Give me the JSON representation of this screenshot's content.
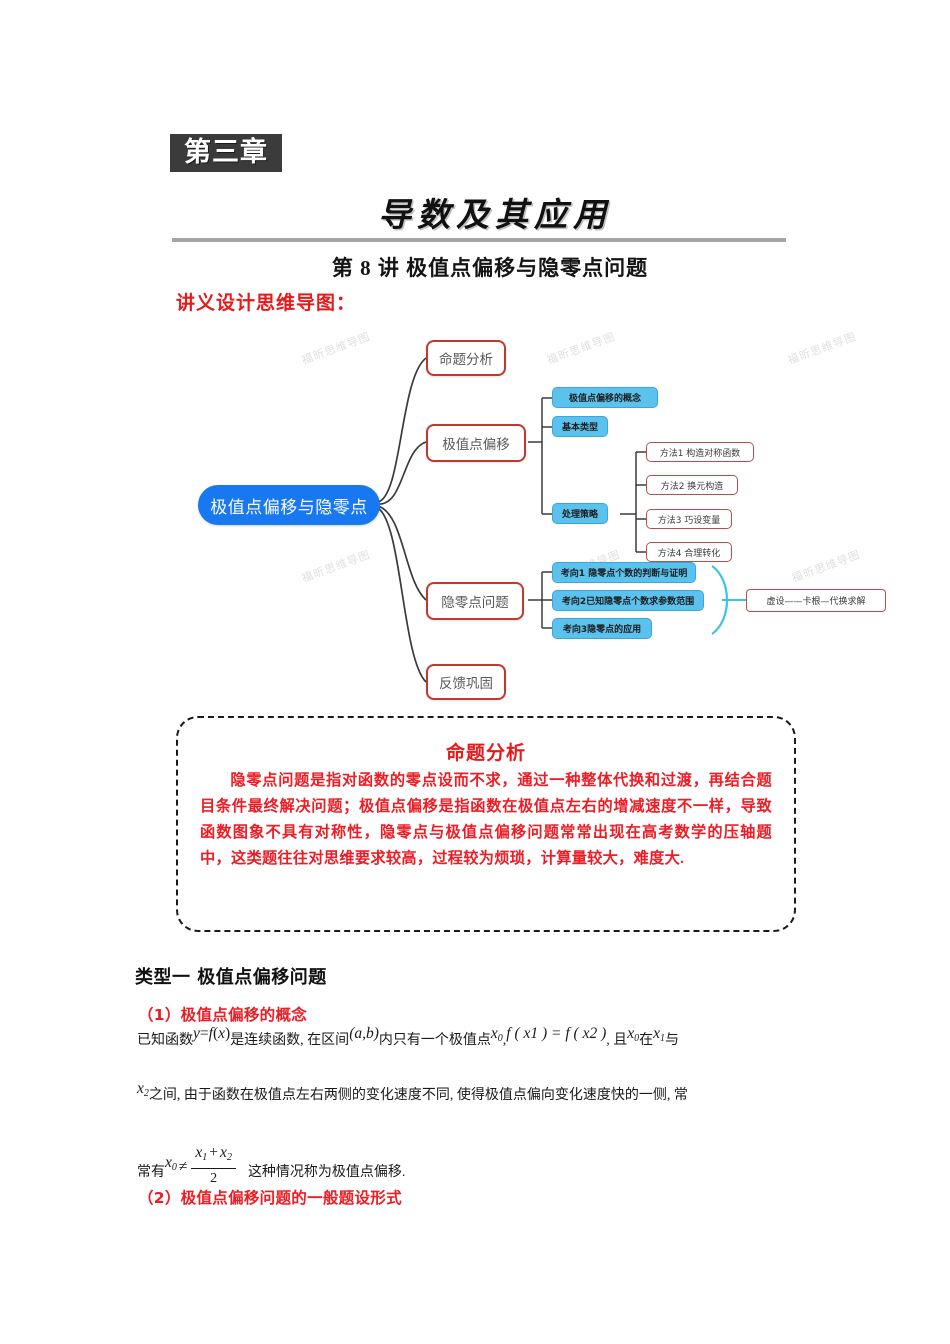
{
  "header": {
    "chapter_tag": "第三章",
    "doc_title": "导数及其应用",
    "lecture_title": "第 8 讲 极值点偏移与隐零点问题",
    "mindmap_label": "讲义设计思维导图："
  },
  "mindmap": {
    "center": "极值点偏移与隐零点",
    "watermark": "福昕思维导图",
    "branches": [
      {
        "label": "命题分析"
      },
      {
        "label": "极值点偏移"
      },
      {
        "label": "隐零点问题"
      },
      {
        "label": "反馈巩固"
      }
    ],
    "jzdpy_children": [
      "极值点偏移的概念",
      "基本类型",
      "处理策略"
    ],
    "methods": [
      "方法1 构造对称函数",
      "方法2 换元构造",
      "方法3 巧设变量",
      "方法4 合理转化"
    ],
    "kaoxiang": [
      "考向1 隐零点个数的判断与证明",
      "考向2已知隐零点个数求参数范围",
      "考向3隐零点的应用"
    ],
    "right_node": "虚设——卡根—代换求解",
    "colors": {
      "center_fill": "#1878f0",
      "main_border": "#c0392b",
      "blue_fill": "#5bc2ee",
      "method_border": "#b5504d",
      "brace": "#3cc3e8",
      "link": "#3a3a3a"
    }
  },
  "analysis": {
    "title": "命题分析",
    "body": "隐零点问题是指对函数的零点设而不求，通过一种整体代换和过渡，再结合题目条件最终解决问题；极值点偏移是指函数在极值点左右的增减速度不一样，导致函数图象不具有对称性，隐零点与极值点偏移问题常常出现在高考数学的压轴题中，这类题往往对思维要求较高，过程较为烦琐，计算量较大，难度大."
  },
  "content": {
    "type_heading": "类型一  极值点偏移问题",
    "sub1": "（1）极值点偏移的概念",
    "sub2": "（2）极值点偏移问题的一般题设形式",
    "line1": {
      "t1": "已知函数",
      "f1_y": "y",
      "f1_eq": "=",
      "f1_f": "f",
      "f1_open": "(",
      "f1_x": "x",
      "f1_close": ")",
      "t2": "是连续函数, 在区间",
      "f2": "(a,b)",
      "t3": "内只有一个极值点",
      "f3_x": "x",
      "f3_sub": "0",
      "t4": ",",
      "f4": "f ( x1 ) = f ( x2 )",
      "t5": ", 且",
      "f5_x": "x",
      "f5_sub": "0",
      "t6": "在",
      "f6_x": "x",
      "f6_sub": "1",
      "t7": "与"
    },
    "line2": {
      "f_x": "x",
      "f_sub": "2",
      "text": "之间, 由于函数在极值点左右两侧的变化速度不同, 使得极值点偏向变化速度快的一侧, 常"
    },
    "line3": {
      "prefix": "常有",
      "x0": "x",
      "x0_sub": "0",
      "neq": "≠",
      "num_x1": "x",
      "num_x1_sub": "1",
      "plus": "+",
      "num_x2": "x",
      "num_x2_sub": "2",
      "den": "2",
      "suffix": "这种情况称为极值点偏移."
    }
  }
}
